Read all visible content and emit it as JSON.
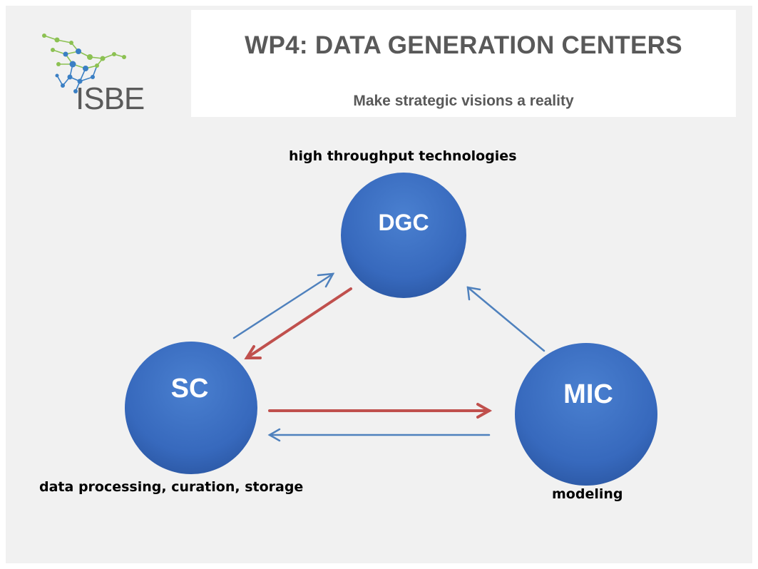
{
  "header": {
    "title": "WP4: DATA GENERATION CENTERS",
    "subtitle": "Make strategic visions a reality",
    "logo_text": "ISBE"
  },
  "nodes": {
    "dgc": {
      "label": "DGC",
      "caption": "high throughput technologies"
    },
    "sc": {
      "label": "SC",
      "caption": "data processing, curation, storage"
    },
    "mic": {
      "label": "MIC",
      "caption": "modeling"
    }
  },
  "colors": {
    "node_fill": "#3a6fc4",
    "blue_arrow": "#4f81bd",
    "red_arrow": "#c0504d",
    "title_text": "#595959"
  },
  "arrows": [
    {
      "from": "SC",
      "to": "DGC",
      "color": "blue"
    },
    {
      "from": "DGC",
      "to": "SC",
      "color": "red"
    },
    {
      "from": "SC",
      "to": "MIC",
      "color": "red"
    },
    {
      "from": "MIC",
      "to": "SC",
      "color": "blue"
    },
    {
      "from": "MIC",
      "to": "DGC",
      "color": "blue"
    }
  ]
}
